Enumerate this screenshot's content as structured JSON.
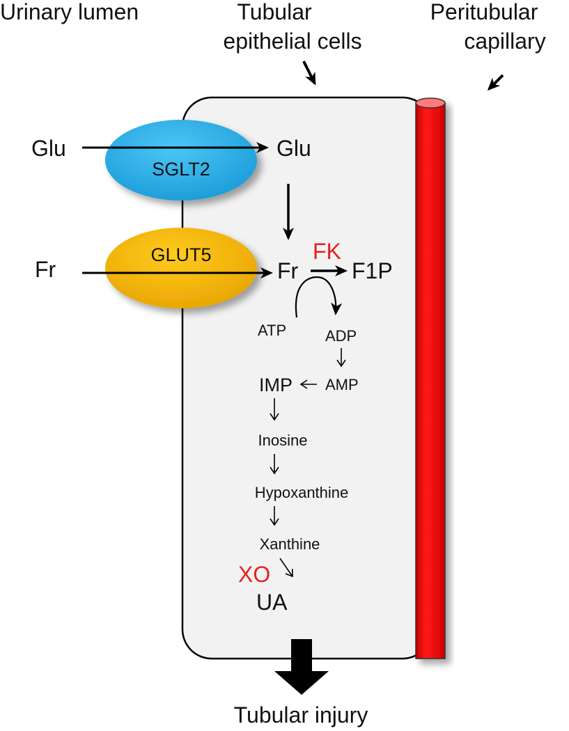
{
  "regions": {
    "lumen": "Urinary lumen",
    "cells_line1": "Tubular",
    "cells_line2": "epithelial cells",
    "capillary_line1": "Peritubular",
    "capillary_line2": "capillary"
  },
  "transporters": {
    "sglt2": "SGLT2",
    "glut5": "GLUT5"
  },
  "metabolites": {
    "glu_out": "Glu",
    "glu_in": "Glu",
    "fr_out": "Fr",
    "fr_in": "Fr",
    "fk": "FK",
    "f1p": "F1P",
    "atp": "ATP",
    "adp": "ADP",
    "amp": "AMP",
    "imp": "IMP",
    "inosine": "Inosine",
    "hypoxanthine": "Hypoxanthine",
    "xanthine": "Xanthine",
    "xo": "XO",
    "ua": "UA"
  },
  "outcome": "Tubular injury",
  "colors": {
    "cell_fill": "#f2f2f2",
    "sglt2": "#27aee8",
    "glut5": "#f2b600",
    "capillary": "#ee0000",
    "enzyme_text": "#e8201c",
    "arrow": "#000000"
  }
}
